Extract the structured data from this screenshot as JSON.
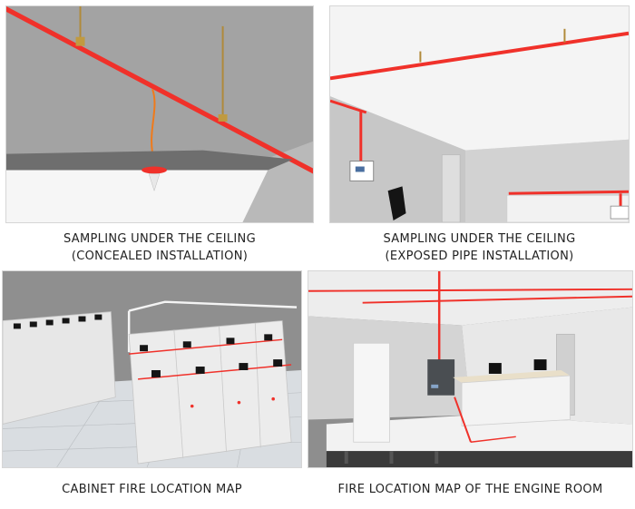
{
  "colors": {
    "pipe": "#f0312a",
    "background": "#ffffff",
    "caption_text": "#222222"
  },
  "panels": [
    {
      "caption_line1": "SAMPLING UNDER THE CEILING",
      "caption_line2": "(CONCEALED INSTALLATION)"
    },
    {
      "caption_line1": "SAMPLING UNDER THE CEILING",
      "caption_line2": "(EXPOSED PIPE INSTALLATION)"
    },
    {
      "caption_line1": "CABINET FIRE LOCATION MAP"
    },
    {
      "caption_line1": "FIRE LOCATION MAP OF THE ENGINE ROOM"
    }
  ]
}
